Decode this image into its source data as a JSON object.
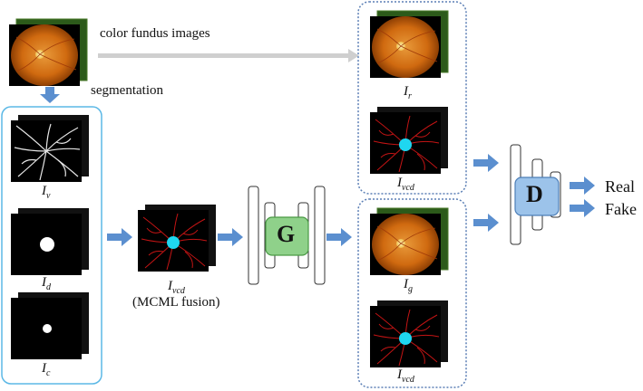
{
  "labels": {
    "fundus_caption": "color fundus images",
    "segmentation": "segmentation",
    "mcml_fusion": "(MCML fusion)",
    "generator": "G",
    "discriminator": "D",
    "real": "Real",
    "fake": "Fake"
  },
  "symbols": {
    "iv": {
      "base": "I",
      "sub": "v"
    },
    "id": {
      "base": "I",
      "sub": "d"
    },
    "ic": {
      "base": "I",
      "sub": "c"
    },
    "ivcd_center": {
      "base": "I",
      "sub": "vcd"
    },
    "ir": {
      "base": "I",
      "sub": "r"
    },
    "ivcd_top": {
      "base": "I",
      "sub": "vcd"
    },
    "ig": {
      "base": "I",
      "sub": "g"
    },
    "ivcd_bottom": {
      "base": "I",
      "sub": "vcd"
    }
  },
  "colors": {
    "group_border": "#5bb8e6",
    "dotted_border": "#5b7fb5",
    "arrow_blue": "#5b8fcf",
    "arrow_gray": "#cfcfcf",
    "generator_fill": "#8fd18a",
    "discriminator_fill": "#9cc3ea",
    "fundus_orange": "#d9761a",
    "vessel_red": "#c41414",
    "disc_cyan": "#1fd6f0"
  }
}
